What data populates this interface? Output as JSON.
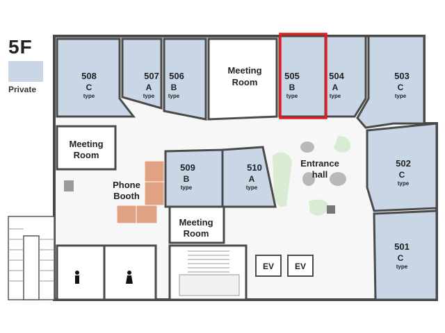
{
  "floor": "5F",
  "legend": {
    "private_label": "Private",
    "private_color": "#c9d6e6"
  },
  "colors": {
    "private": "#c9d6e6",
    "desk": "#e0a283",
    "chair": "#f3e3cc",
    "wall": "#4a4a4a",
    "floor": "#f7f7f7",
    "green": "#d9ecd3",
    "rock": "#b9b9b9",
    "highlight": "#e02020"
  },
  "rooms": {
    "r508": {
      "number": "508",
      "type": "C",
      "type_label": "type"
    },
    "r507": {
      "number": "507",
      "type": "A",
      "type_label": "type"
    },
    "r506": {
      "number": "506",
      "type": "B",
      "type_label": "type"
    },
    "r505": {
      "number": "505",
      "type": "B",
      "type_label": "type"
    },
    "r504": {
      "number": "504",
      "type": "A",
      "type_label": "type"
    },
    "r503": {
      "number": "503",
      "type": "C",
      "type_label": "type"
    },
    "r502": {
      "number": "502",
      "type": "C",
      "type_label": "type"
    },
    "r501": {
      "number": "501",
      "type": "C",
      "type_label": "type"
    },
    "r509": {
      "number": "509",
      "type": "B",
      "type_label": "type"
    },
    "r510": {
      "number": "510",
      "type": "A",
      "type_label": "type"
    }
  },
  "meeting_top": [
    "Meeting",
    "Room"
  ],
  "meeting_left": [
    "Meeting",
    "Room"
  ],
  "meeting_bottom": [
    "Meeting",
    "Room"
  ],
  "phone_booth": [
    "Phone",
    "Booth"
  ],
  "entrance_hall": [
    "Entrance",
    "hall"
  ],
  "elevators": [
    "EV",
    "EV"
  ],
  "toilets": [
    "male-toilet-icon",
    "female-toilet-icon"
  ],
  "highlighted_room": "505"
}
